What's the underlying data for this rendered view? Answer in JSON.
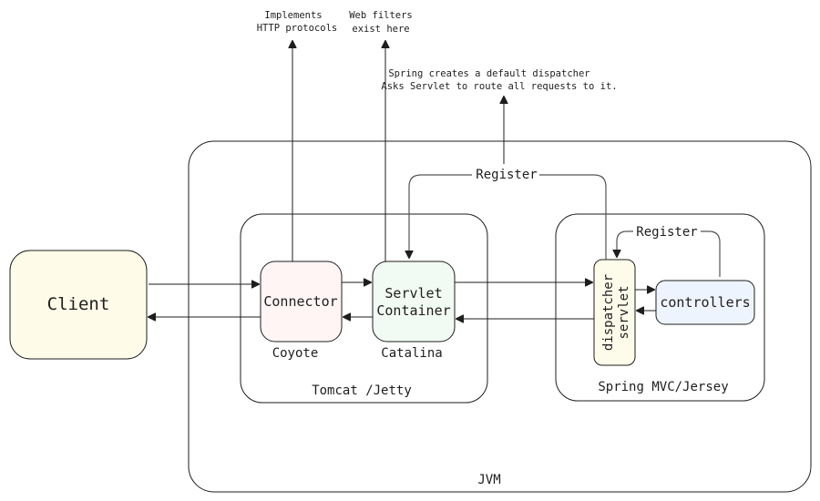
{
  "diagram": {
    "nodes": {
      "client": "Client",
      "connector": "Connector",
      "servlet_container_line1": "Servlet",
      "servlet_container_line2": "Container",
      "dispatcher_line1": "dispatcher",
      "dispatcher_line2": "servlet",
      "controllers": "controllers"
    },
    "captions": {
      "coyote": "Coyote",
      "catalina": "Catalina",
      "tomcat": "Tomcat /Jetty",
      "spring": "Spring MVC/Jersey",
      "jvm": "JVM"
    },
    "edge_labels": {
      "register_top": "Register",
      "register_inner": "Register"
    },
    "notes": {
      "http_line1": "Implements",
      "http_line2": "HTTP protocols",
      "filters_line1": "Web filters",
      "filters_line2": "exist here",
      "dispatcher_note_line1": "Spring creates a default dispatcher",
      "dispatcher_note_line2": "Asks Servlet to route all requests to it."
    },
    "colors": {
      "client_fill": "#fefce8",
      "connector_fill": "#fff5f5",
      "servlet_fill": "#f1fbf3",
      "dispatcher_fill": "#fdfbe9",
      "controllers_fill": "#eef4fd",
      "stroke": "#1e1e1e"
    }
  }
}
